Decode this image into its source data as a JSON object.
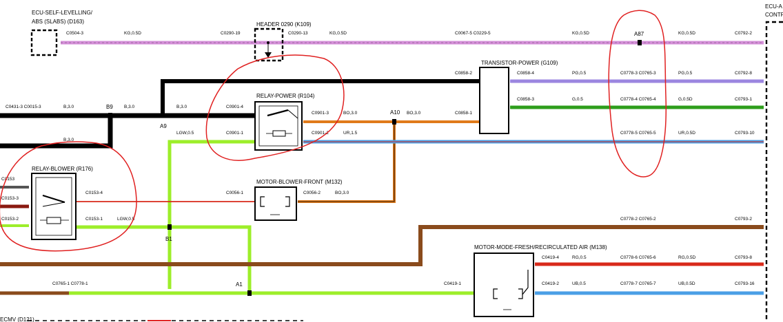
{
  "colors": {
    "pink": "#d48fd8",
    "purple_blue": "#9b86e0",
    "green": "#2e9e1c",
    "light_green": "#9dee2a",
    "black": "#000000",
    "orange": "#e07a1a",
    "brown": "#8a4b1c",
    "red": "#d82a1a",
    "blue": "#4b9fe6",
    "annotation": "#e02020"
  },
  "blocks": {
    "ecu_self_levelling_l1": "ECU-SELF-LEVELLING/",
    "ecu_self_levelling_l2": "ABS (SLABS) (D163)",
    "header": "HEADER 0290 (K109)",
    "transistor": "TRANSISTOR-POWER (G109)",
    "relay_power": "RELAY-POWER (R104)",
    "relay_blower": "RELAY-BLOWER (R176)",
    "motor_blower": "MOTOR-BLOWER-FRONT (M132)",
    "motor_mode": "MOTOR-MODE-FRESH/RECIRCULATED AIR (M138)",
    "ecu_right_l1": "ECU-A",
    "ecu_right_l2": "CONTR",
    "bottom_cut": "ECMV (D121)"
  },
  "splices": {
    "b9": "B9",
    "a9": "A9",
    "a10": "A10",
    "a87": "A87",
    "b1": "B1",
    "a1": "A1"
  },
  "labels": {
    "c0504_3": "C0504-3",
    "kg05d_1": "KG,0.5D",
    "c0290_19": "C0290-19",
    "c0290_13": "C0290-13",
    "kg05d_2": "KG,0.5D",
    "c0067_5": "C0067-5 C0229-5",
    "kg05d_3": "KG,0.5D",
    "kg05d_4": "KG,0.5D",
    "c0792_2": "C0792-2",
    "c0858_2": "C0858-2",
    "c0858_4": "C0858-4",
    "pg05_1": "PG,0.5",
    "c0778_3": "C0778-3 C0765-3",
    "pg05_2": "PG,0.5",
    "c0792_8": "C0792-8",
    "c0431_3": "C0431-3 C0015-3",
    "b30_1": "B,3.0",
    "b30_2": "B,3.0",
    "b30_3": "B,3.0",
    "c0901_4": "C0901-4",
    "c0901_3": "C0901-3",
    "bo30_1": "BO,3.0",
    "bo30_2": "BO,3.0",
    "c0858_1": "C0858-1",
    "c0858_3": "C0858-3",
    "g05_1": "G,0.5",
    "c0778_4": "C0778-4 C0765-4",
    "g05_2": "G,0.5D",
    "c0793_1": "C0793-1",
    "lgw05_1": "LGW,0.5",
    "c0901_1": "C0901-1",
    "c0901_2": "C0901-2",
    "ur15": "UR,1.5",
    "c0778_5": "C0778-5 C0765-5",
    "ur05": "UR,0.5D",
    "c0793_10": "C0793-10",
    "b30_4": "B,3.0",
    "c0153_left": "C0153",
    "c0153_3": "C0153-3",
    "c0153_2": "C0153-2",
    "c0153_4": "C0153-4",
    "c0153_1": "C0153-1",
    "lgw05_2": "LGW,0.5",
    "c0056_1": "C0056-1",
    "c0056_2": "C0056-2",
    "bo30_3": "BO,3.0",
    "c0778_2": "C0778-2 C0765-2",
    "c0793_2": "C0793-2",
    "c0419_4": "C0419-4",
    "rg05_1": "RG,0.5",
    "c0778_6": "C0778-6 C0765-6",
    "rg05_2": "RG,0.5D",
    "c0793_8": "C0793-8",
    "c0765_1": "C0765-1 C0778-1",
    "c0419_1": "C0419-1",
    "c0419_2": "C0419-2",
    "ub05_1": "UB,0.5",
    "c0778_7": "C0778-7 C0765-7",
    "ub05_2": "UB,0.5D",
    "c0793_16": "C0793-16"
  }
}
